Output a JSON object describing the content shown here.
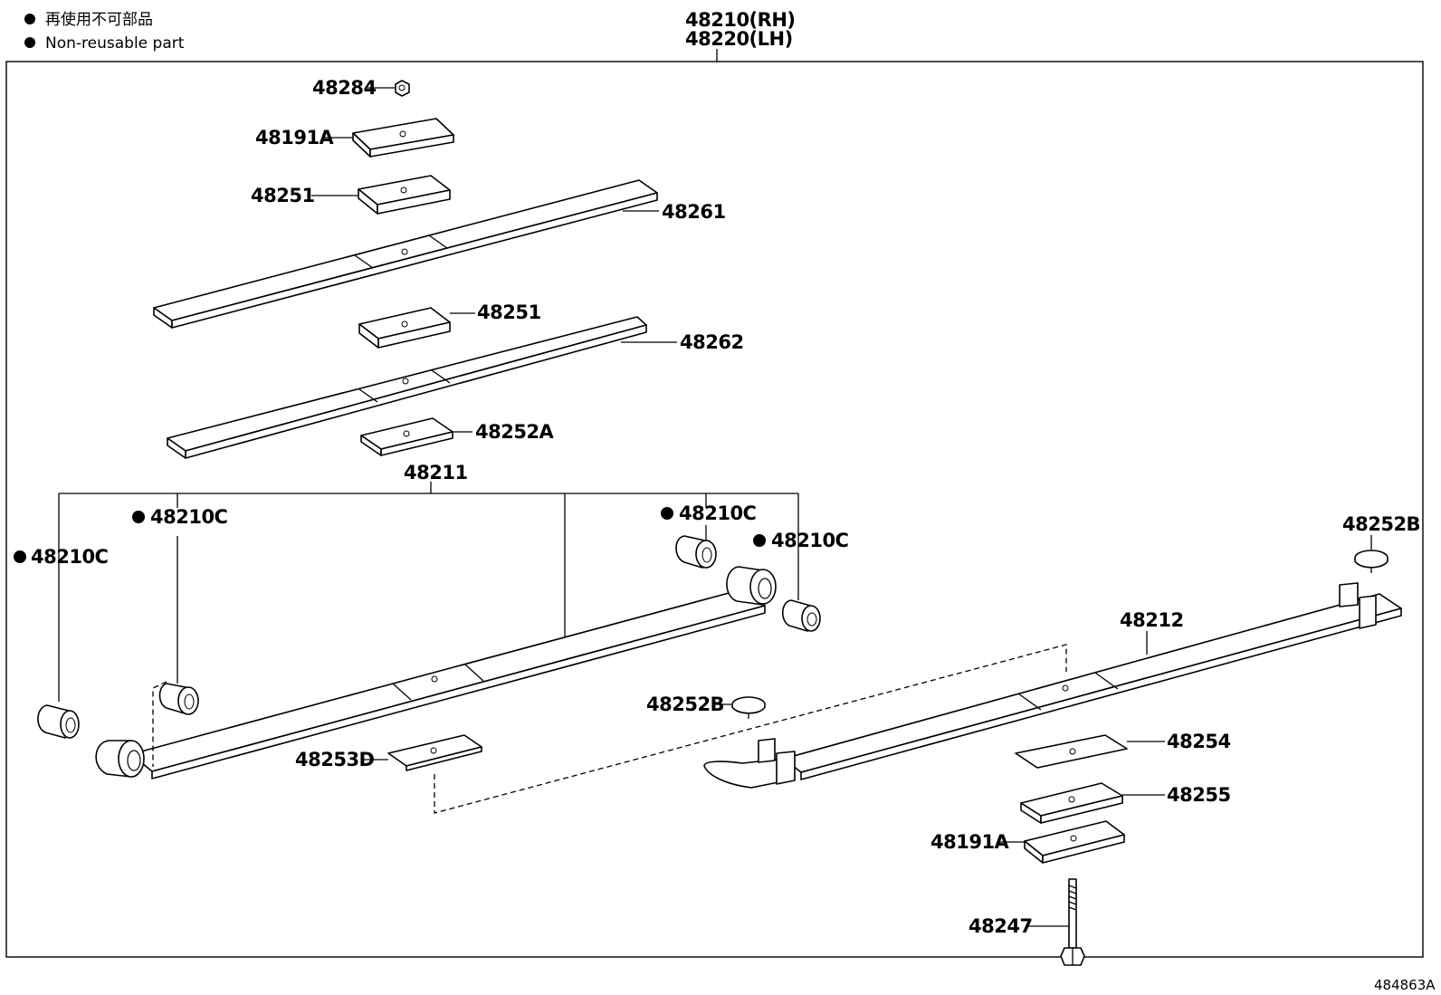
{
  "legend": {
    "japanese": "再使用不可部品",
    "english": "Non-reusable part"
  },
  "assembly": {
    "rh": "48210(RH)",
    "lh": "48220(LH)"
  },
  "labels": {
    "nut": "48284",
    "clip_top": "48191A",
    "spacer_1": "48251",
    "leaf_1": "48261",
    "spacer_2": "48251",
    "leaf_2": "48262",
    "spacer_3": "48252A",
    "main_leaf": "48211",
    "bush_far_left": "48210C",
    "bush_left": "48210C",
    "bush_right_top": "48210C",
    "bush_right": "48210C",
    "cap_right": "48252B",
    "helper_leaf": "48212",
    "cap_mid": "48252B",
    "spacer_4": "48253D",
    "spacer_5": "48254",
    "spacer_6": "48255",
    "clip_bottom": "48191A",
    "bolt": "48247"
  },
  "figure_code": "484863A"
}
